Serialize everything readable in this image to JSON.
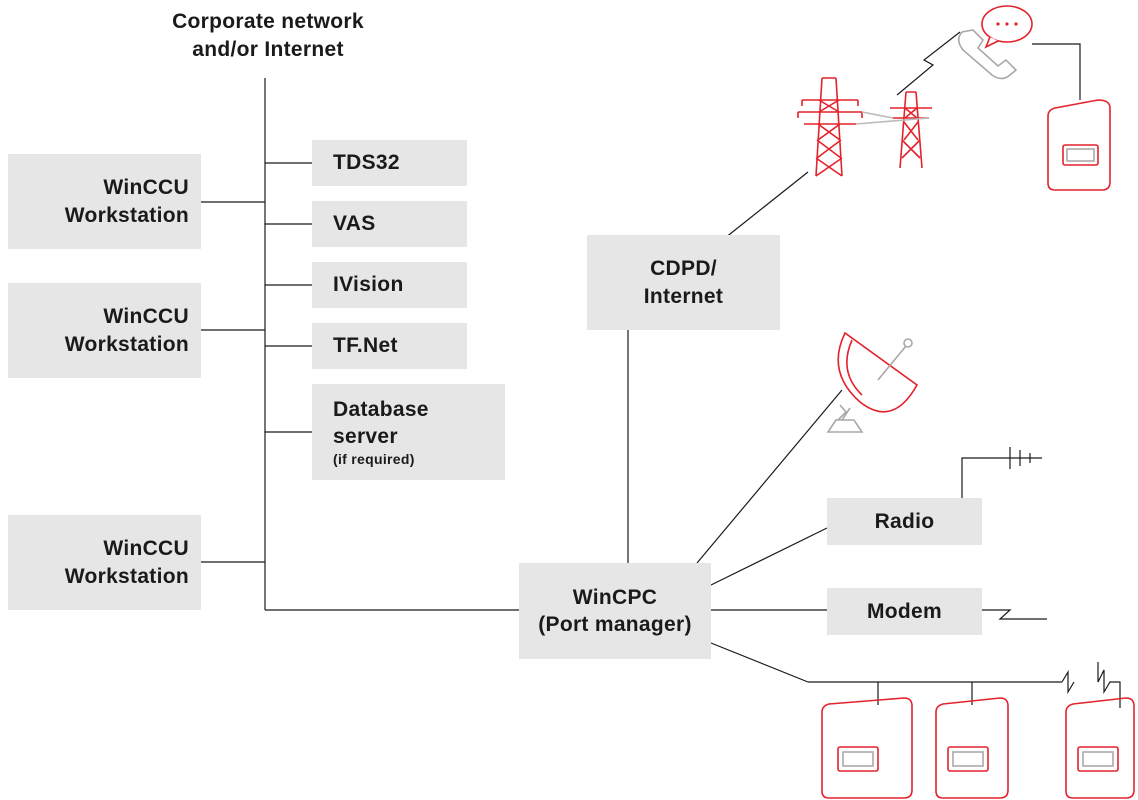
{
  "network_title_line1": "Corporate network",
  "network_title_line2": "and/or Internet",
  "workstations": [
    {
      "line1": "WinCCU",
      "line2": "Workstation"
    },
    {
      "line1": "WinCCU",
      "line2": "Workstation"
    },
    {
      "line1": "WinCCU",
      "line2": "Workstation"
    }
  ],
  "services": [
    "TDS32",
    "VAS",
    "IVision",
    "TF.Net"
  ],
  "database": {
    "line1": "Database",
    "line2": "server",
    "note": "(if required)"
  },
  "cdpd": {
    "line1": "CDPD/",
    "line2": "Internet"
  },
  "wincpc": {
    "line1": "WinCPC",
    "line2": "(Port manager)"
  },
  "radio": "Radio",
  "modem": "Modem",
  "icons": [
    "transmission-tower-icon",
    "telephone-icon",
    "chat-bubble-icon",
    "field-device-icon",
    "satellite-dish-icon",
    "radio-antenna-icon"
  ],
  "colors": {
    "box_fill": "#e6e6e6",
    "accent_red": "#e4222b",
    "line": "#1a1a1a",
    "dish_grey": "#b0b0b0"
  }
}
